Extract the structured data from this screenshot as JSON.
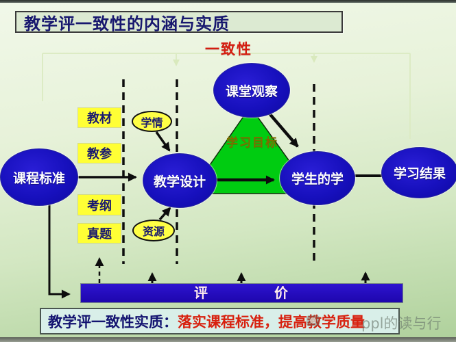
{
  "title": "教学评一致性的内涵与实质",
  "consistency_label": "一致性",
  "nodes": {
    "curriculum_standard": "课程标准",
    "teaching_design": "教学设计",
    "classroom_observation": "课堂观察",
    "student_learning": "学生的学",
    "learning_result": "学习结果",
    "learning_goal": "学习目标",
    "learning_situation": "学情",
    "resources": "资源",
    "teaching_material": "教材",
    "teaching_reference": "教参",
    "exam_outline": "考纲",
    "real_questions": "真题"
  },
  "evaluation_bar": {
    "label": "评价",
    "chars": [
      "评",
      "价"
    ]
  },
  "conclusion": {
    "prefix": "教学评一致性实质：",
    "highlight": "落实课程标准，提高教学质量"
  },
  "watermark": "ppl的读与行",
  "colors": {
    "node_blue": "#1710bd",
    "label_yellow": "#ffff35",
    "triangle_green": "#00cc11",
    "evaluation_bar_blue": "#2408b8",
    "accent_red": "#d8210f",
    "title_navy": "#17176e",
    "background_green": "#d3e7c2"
  }
}
